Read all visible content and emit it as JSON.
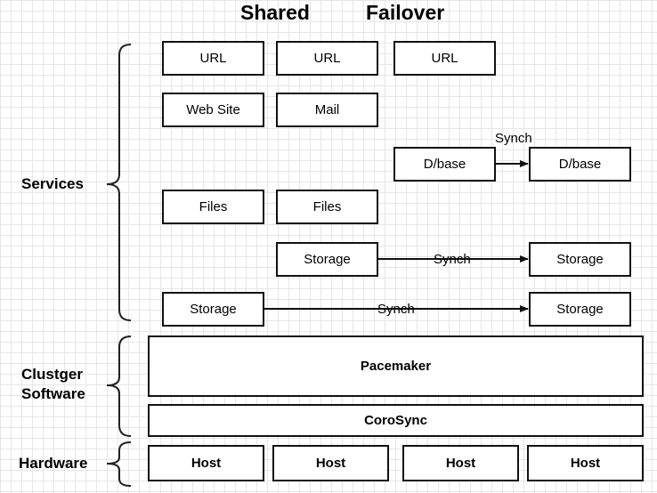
{
  "header": {
    "shared": "Shared",
    "failover": "Failover"
  },
  "side_labels": {
    "services": "Services",
    "cluster_software": [
      "Clustger",
      "Software"
    ],
    "hardware": "Hardware"
  },
  "services": {
    "url_boxes": [
      "URL",
      "URL",
      "URL"
    ],
    "web_site": "Web Site",
    "mail": "Mail",
    "dbase_source": "D/base",
    "dbase_target": "D/base",
    "dbase_synch": "Synch",
    "files": [
      "Files",
      "Files"
    ],
    "storage_row1_source": "Storage",
    "storage_row1_target": "Storage",
    "storage_row1_synch": "Synch",
    "storage_row2_source": "Storage",
    "storage_row2_target": "Storage",
    "storage_row2_synch": "Synch"
  },
  "cluster": {
    "pacemaker": "Pacemaker",
    "corosync": "CoroSync"
  },
  "hardware": {
    "hosts": [
      "Host",
      "Host",
      "Host",
      "Host"
    ]
  }
}
